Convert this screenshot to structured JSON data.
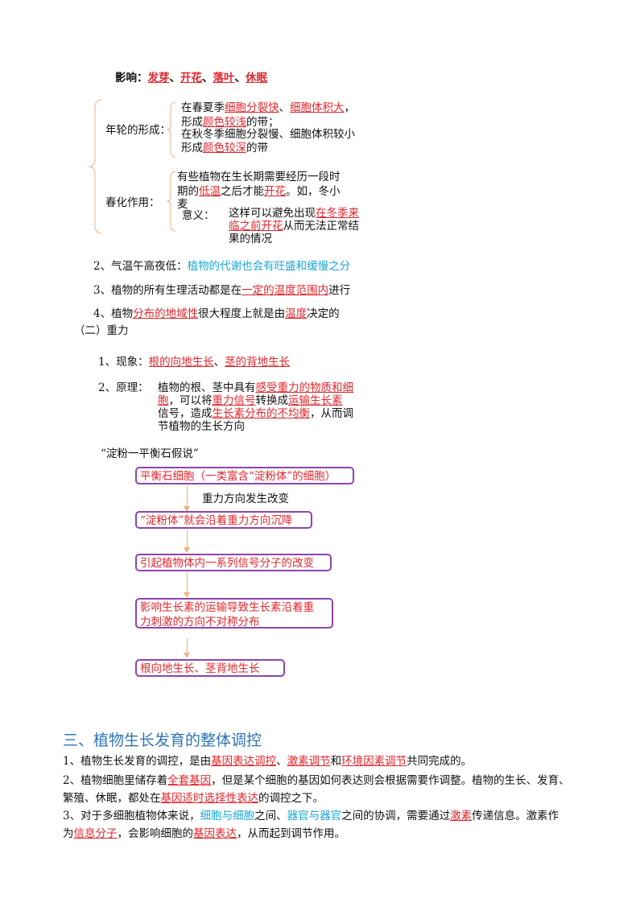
{
  "influence": {
    "label": "影响：",
    "items": [
      "发芽",
      "开花",
      "落叶",
      "休眠"
    ],
    "sep": "、"
  },
  "ring": {
    "label": "年轮的形成：",
    "l1a": "在春夏季",
    "l1b": "细胞分裂快",
    "l1c": "、",
    "l1d": "细胞体积大",
    "l1e": "，",
    "l2a": "形成",
    "l2b": "颜色较浅",
    "l2c": "的带；",
    "l3": "在秋冬季细胞分裂慢、细胞体积较小",
    "l4a": "形成",
    "l4b": "颜色较深",
    "l4c": "的带"
  },
  "vern": {
    "label": "春化作用：",
    "l1": "有些植物在生长期需要经历一段时",
    "l2a": "期的",
    "l2b": "低温",
    "l2c": "之后才能",
    "l2d": "开花",
    "l2e": "。如，冬小",
    "l3": "麦",
    "meaning_label": "意义：",
    "m1a": "这样可以避免出现",
    "m1b": "在冬季来",
    "m2a": "临之前开花",
    "m2b": "从而无法正常结",
    "m3": "果的情况"
  },
  "points": {
    "p2a": "2、气温午高夜低：",
    "p2b": "植物的代谢也会有旺盛和缓慢之分",
    "p3a": "3、植物的所有生理活动都是在",
    "p3b": "一定的温度范围内",
    "p3c": "进行",
    "p4a": "4、植物",
    "p4b": "分布的地域性",
    "p4c": "很大程度上就是由",
    "p4d": "温度",
    "p4e": "决定的"
  },
  "gravity": {
    "title": "（二）重力",
    "phen_label": "1、现象：",
    "phen_a": "根的向地生长",
    "phen_b": "、",
    "phen_c": "茎的背地生长",
    "prin_label": "2、原理：",
    "pr1a": "植物的根、茎中具有",
    "pr1b": "感受重力的物质和细",
    "pr2a": "胞",
    "pr2b": "，可以将",
    "pr2c": "重力信号",
    "pr2d": "转换成",
    "pr2e": "运输生长素",
    "pr3a": "信号，造成",
    "pr3b": "生长素分布的不均衡",
    "pr3c": "，从而调",
    "pr4": "节植物的生长方向"
  },
  "flow": {
    "title": "“淀粉一平衡石假说”",
    "b1": "平衡石细胞（一类富含“淀粉体”的细胞）",
    "note1": "重力方向发生改变",
    "b2": "“淀粉体”就会沿着重力方向沉降",
    "b3": "引起植物体内一系列信号分子的改变",
    "b4a": "影响生长素的运输导致生长素沿着重",
    "b4b": "力刺激的方向不对称分布",
    "b5": "根向地生长、茎背地生长"
  },
  "section3": {
    "title": "三、植物生长发育的整体调控",
    "s1a": "1、植物生长发育的调控，是由",
    "s1b": "基因表达调控",
    "s1c": "、",
    "s1d": "激素调节",
    "s1e": "和",
    "s1f": "环境因素调节",
    "s1g": "共同完成的。",
    "s2a": "2、植物细胞里储存着",
    "s2b": "全套基因",
    "s2c": "，但是某个细胞的基因如何表达则会根据需要作调整。植物的生长、发育、",
    "s2d": "繁殖、休眠，都处在",
    "s2e": "基因适时选择性表达",
    "s2f": "的调控之下。",
    "s3a": "3、对于多细胞植物体来说，",
    "s3b": "细胞与细胞",
    "s3c": "之间、",
    "s3d": "器官与器官",
    "s3e": "之间的协调，需要通过",
    "s3f": "激素",
    "s3g": "传递信息。激素作",
    "s3h": "为",
    "s3i": "信息分子",
    "s3j": "，会影响细胞的",
    "s3k": "基因表达",
    "s3l": "，从而起到调节作用。"
  }
}
